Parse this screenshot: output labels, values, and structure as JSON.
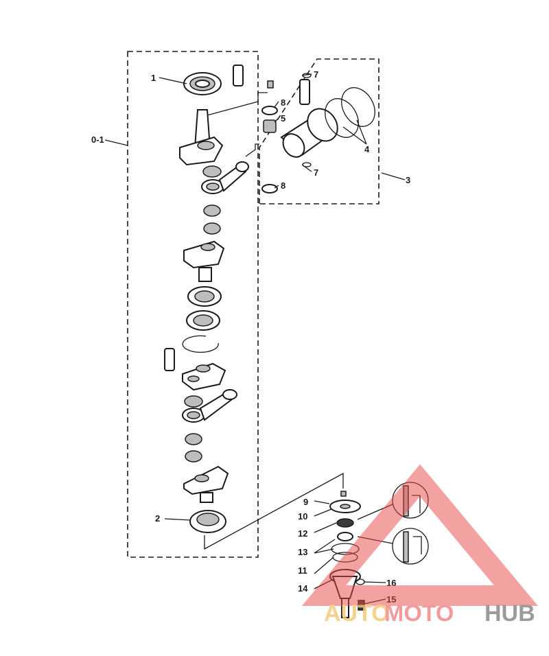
{
  "diagram": {
    "callouts": {
      "c1": "1",
      "c2": "2",
      "c3": "3",
      "c4": "4",
      "c5": "5",
      "c7a": "7",
      "c7b": "7",
      "c8a": "8",
      "c8b": "8",
      "c9": "9",
      "c10": "10",
      "c11": "11",
      "c12": "12",
      "c13": "13",
      "c14": "14",
      "c15": "15",
      "c16": "16",
      "assembly": "0-1"
    }
  },
  "watermark": {
    "part1": "AUTO",
    "part2": "MOTO",
    "part3": "HUB",
    "colors": {
      "auto": "#f3c97a",
      "moto": "#f08a8a",
      "hub": "#8a8a8a",
      "triangle": "#e84a4a"
    }
  }
}
